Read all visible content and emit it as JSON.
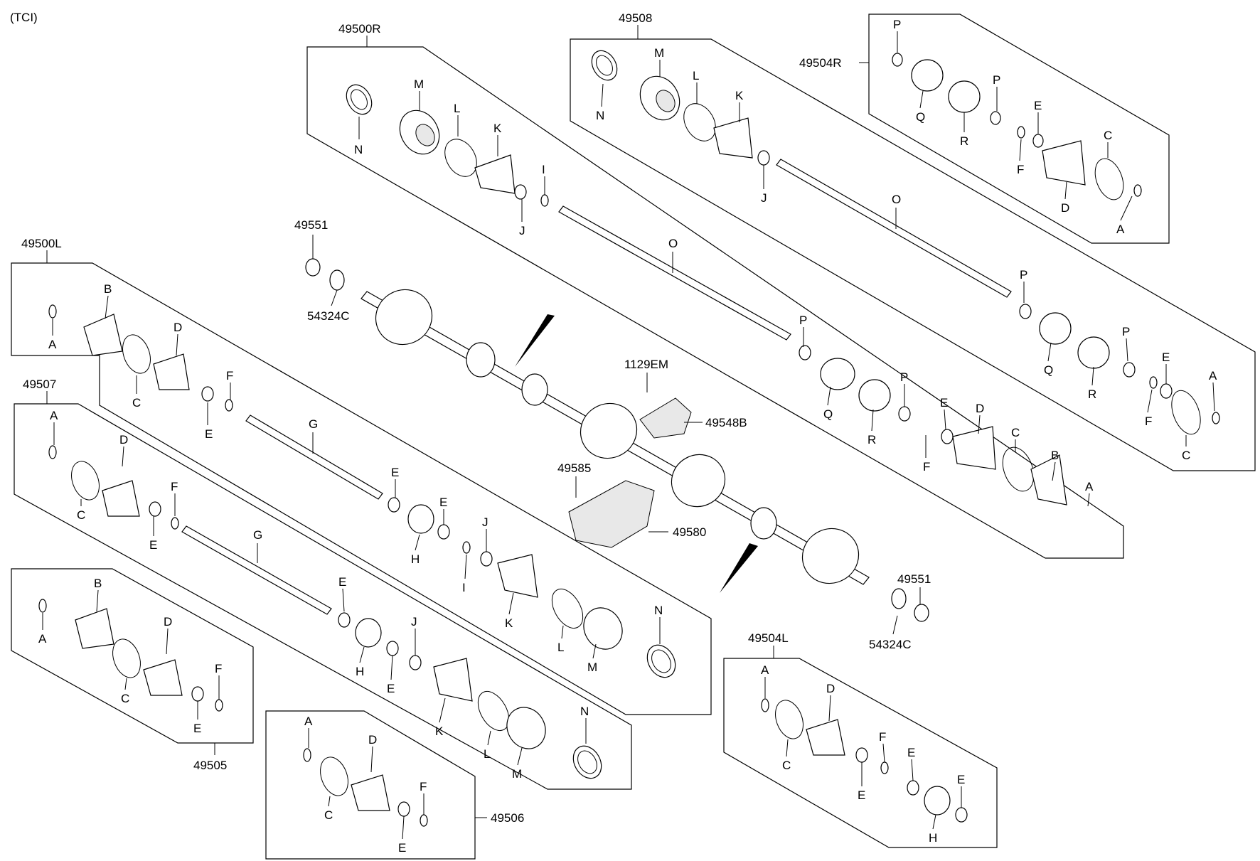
{
  "header": {
    "variant": "(TCI)"
  },
  "assemblies": {
    "a49500R": "49500R",
    "a49508": "49508",
    "a49504R": "49504R",
    "a49500L": "49500L",
    "a49507": "49507",
    "a49505": "49505",
    "a49506": "49506",
    "a49504L": "49504L"
  },
  "parts": {
    "p49551": "49551",
    "p54324C": "54324C",
    "p1129EM": "1129EM",
    "p49548B": "49548B",
    "p49585": "49585",
    "p49580": "49580"
  },
  "letters": {
    "A": "A",
    "B": "B",
    "C": "C",
    "D": "D",
    "E": "E",
    "F": "F",
    "G": "G",
    "H": "H",
    "I": "I",
    "J": "J",
    "K": "K",
    "L": "L",
    "M": "M",
    "N": "N",
    "O": "O",
    "P": "P",
    "Q": "Q",
    "R": "R"
  }
}
